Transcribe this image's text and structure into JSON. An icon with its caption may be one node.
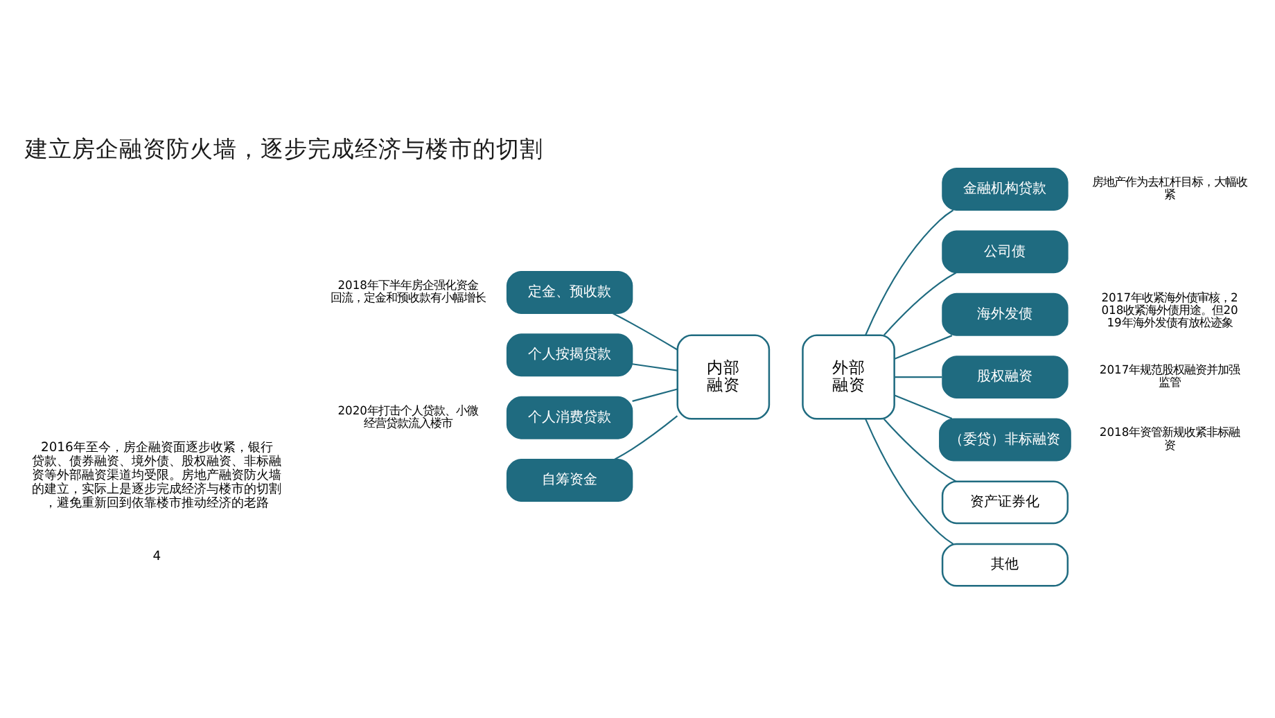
{
  "diagram": {
    "title": "建立房企融资防火墙，逐步完成经济与楼市的切割",
    "nodes": [
      {
        "text": [
          "自筹资金"
        ]
      },
      {
        "text": [
          "定金、预收款"
        ],
        "beside": [
          "2018年下半年房企强化资金回流，定金和预收款有小幅增长"
        ]
      },
      {
        "text": [
          "个人按揭贷款"
        ]
      },
      {
        "text": [
          "个人消费贷款"
        ],
        "beside": [
          "2020年打击个人贷款、小微经营贷款流入楼市"
        ]
      },
      {
        "text": [
          "内部融资"
        ]
      },
      {
        "text": [
          "外部融资"
        ]
      },
      {
        "text": [
          "金融机构贷款"
        ],
        "beside": [
          "房地产作为去杠杆目标，大幅收紧"
        ]
      },
      {
        "text": [
          "公司债"
        ]
      },
      {
        "text": [
          "海外发债"
        ],
        "beside": [
          "2017年收紧海外债审核，2018收紧海外债用途。但2019年海外发债有放松迹象"
        ]
      },
      {
        "text": [
          "股权融资"
        ],
        "beside": [
          "2017年规范股权融资并加强监管"
        ]
      },
      {
        "text": [
          "（委贷）非标融资"
        ],
        "beside": [
          "2018年资管新规收紧非标融资"
        ]
      },
      {
        "text": [
          "资产证券化"
        ]
      },
      {
        "text": [
          "其他"
        ]
      }
    ],
    "edges": [
      {
        "from": 0,
        "to": 4,
        "arrow": "none"
      },
      {
        "from": 1,
        "to": 4,
        "arrow": "none"
      },
      {
        "from": 2,
        "to": 4,
        "arrow": "none"
      },
      {
        "from": 3,
        "to": 4,
        "arrow": "none"
      },
      {
        "from": 5,
        "to": 6,
        "arrow": "none"
      },
      {
        "from": 5,
        "to": 7,
        "arrow": "none"
      },
      {
        "from": 5,
        "to": 8,
        "arrow": "none"
      },
      {
        "from": 5,
        "to": 9,
        "arrow": "none"
      },
      {
        "from": 5,
        "to": 10,
        "arrow": "none"
      },
      {
        "from": 5,
        "to": 11,
        "arrow": "none"
      },
      {
        "from": 5,
        "to": 12,
        "arrow": "none"
      }
    ],
    "labels": [
      "2016年至今，房企融资面逐步收紧，银行贷款、债券融资、境外债、股权融资、非标融资等外部融资渠道均受限。房地产融资防火墙的建立，实际上是逐步完成经济与楼市的切割，避免重新回到依靠楼市推动经济的老路",
      "4"
    ]
  }
}
